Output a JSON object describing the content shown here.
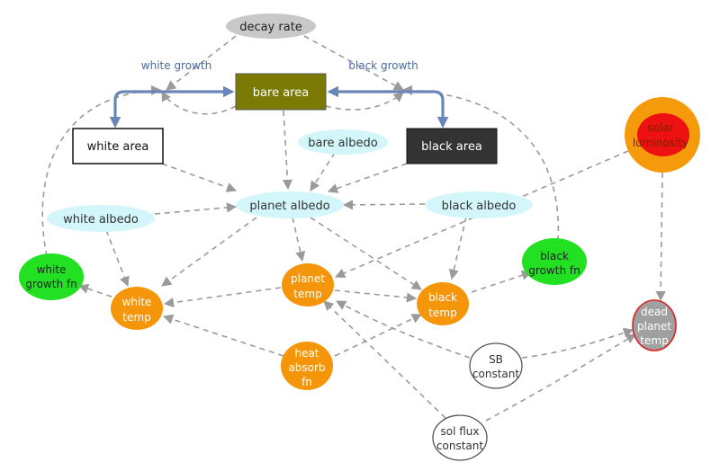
{
  "nodes": {
    "decay_rate": "decay rate",
    "white_growth": "white growth",
    "black_growth": "black growth",
    "bare_area": "bare area",
    "white_area": "white area",
    "black_area": "black area",
    "bare_albedo": "bare albedo",
    "planet_albedo": "planet albedo",
    "white_albedo": "white albedo",
    "black_albedo": "black albedo",
    "solar_luminosity": [
      "solar",
      "luminosity"
    ],
    "white_growth_fn": [
      "white",
      "growth fn"
    ],
    "black_growth_fn": [
      "black",
      "growth fn"
    ],
    "white_temp": [
      "white",
      "temp"
    ],
    "planet_temp": [
      "planet",
      "temp"
    ],
    "black_temp": [
      "black",
      "temp"
    ],
    "heat_absorb_fn": [
      "heat",
      "absorb",
      "fn"
    ],
    "sb_constant": [
      "SB",
      "constant"
    ],
    "sol_flux_constant": [
      "sol flux",
      "constant"
    ],
    "dead_planet_temp": [
      "dead",
      "planet",
      "temp"
    ]
  },
  "colors": {
    "stock_bare": "#7a7a05",
    "stock_black": "#333333",
    "albedo_fill": "#d3f6fa",
    "growth_fn_fill": "#22e022",
    "temp_fill": "#f5960a",
    "solar_outer": "#f59a0a",
    "solar_inner": "#ee1111",
    "dead_fill": "#a0a0a0",
    "dead_stroke": "#dd2222",
    "decay_fill": "#c8c8c8",
    "dashed_link": "#9a9a9a",
    "flow_pipe": "#6a85b8"
  }
}
